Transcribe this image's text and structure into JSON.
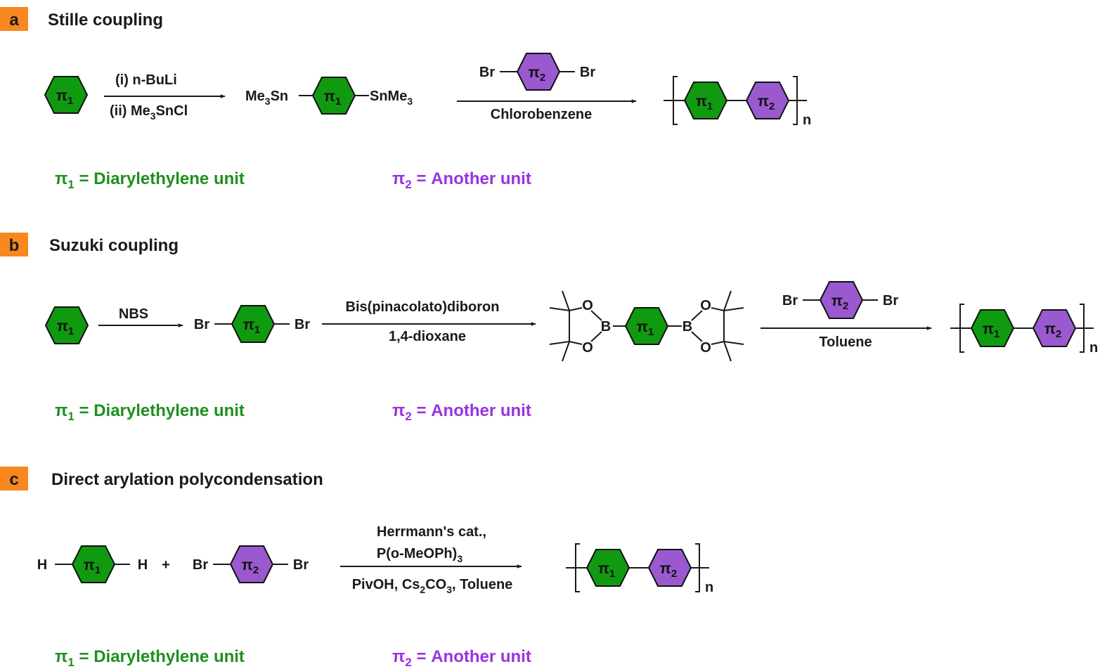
{
  "colors": {
    "green": "#109a10",
    "purple": "#9b59d0",
    "badge": "#f7871e",
    "legend_green": "#1f8f1f",
    "legend_purple": "#9932e0",
    "ink": "#1a1a1a"
  },
  "symbols": {
    "pi": "π",
    "sub1": "1",
    "sub2": "2",
    "n": "n",
    "br": "Br",
    "h": "H",
    "o": "O",
    "b": "B",
    "plus": "+",
    "equals": " = "
  },
  "legend": {
    "pi1_text": "Diarylethylene  unit",
    "pi2_text": "Another unit"
  },
  "panel_a": {
    "badge": "a",
    "title": "Stille coupling",
    "step1_above": "(i) n-BuLi",
    "step1_below_prefix": "(ii) Me",
    "step1_below_sub": "3",
    "step1_below_suffix": "SnCl",
    "left_group": "Me",
    "left_group_sub": "3",
    "left_group_suffix": "Sn",
    "right_group": "SnMe",
    "right_group_sub": "3",
    "step2_below": "Chlorobenzene"
  },
  "panel_b": {
    "badge": "b",
    "title": "Suzuki coupling",
    "step1_above": "NBS",
    "step2_above": "Bis(pinacolato)diboron",
    "step2_below": "1,4-dioxane",
    "step3_below": "Toluene"
  },
  "panel_c": {
    "badge": "c",
    "title": "Direct arylation polycondensation",
    "cond_line1": "Herrmann's cat.,",
    "cond_line2_prefix": "P(o-MeOPh)",
    "cond_line2_sub": "3",
    "cond_line3_prefix": "PivOH, Cs",
    "cond_line3_sub1": "2",
    "cond_line3_mid": "CO",
    "cond_line3_sub2": "3",
    "cond_line3_suffix": ", Toluene"
  }
}
